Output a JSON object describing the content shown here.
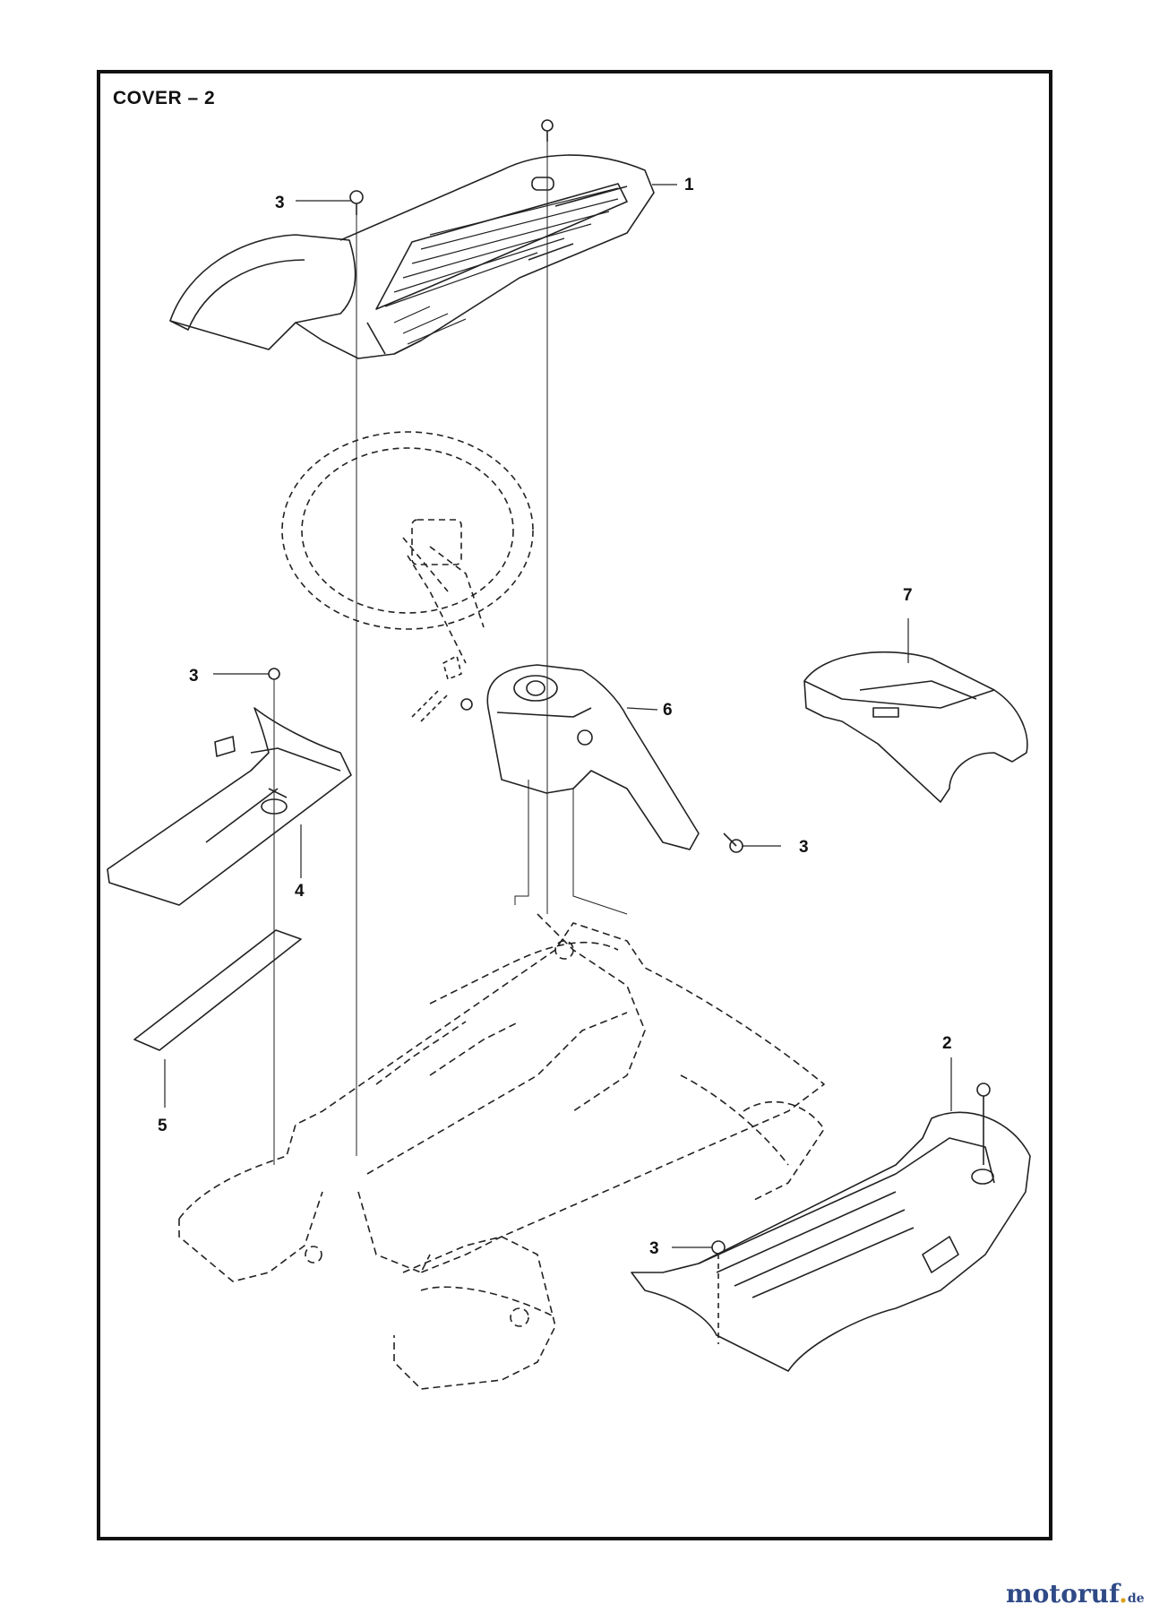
{
  "title": "COVER – 2",
  "callouts": [
    {
      "id": "p1",
      "text": "1"
    },
    {
      "id": "p2",
      "text": "2"
    },
    {
      "id": "p3a",
      "text": "3"
    },
    {
      "id": "p3b",
      "text": "3"
    },
    {
      "id": "p3c",
      "text": "3"
    },
    {
      "id": "p3d",
      "text": "3"
    },
    {
      "id": "p4",
      "text": "4"
    },
    {
      "id": "p5",
      "text": "5"
    },
    {
      "id": "p6",
      "text": "6"
    },
    {
      "id": "p7",
      "text": "7"
    }
  ],
  "watermark": {
    "main": "motoruf",
    "dot": ".",
    "suffix": "de"
  }
}
